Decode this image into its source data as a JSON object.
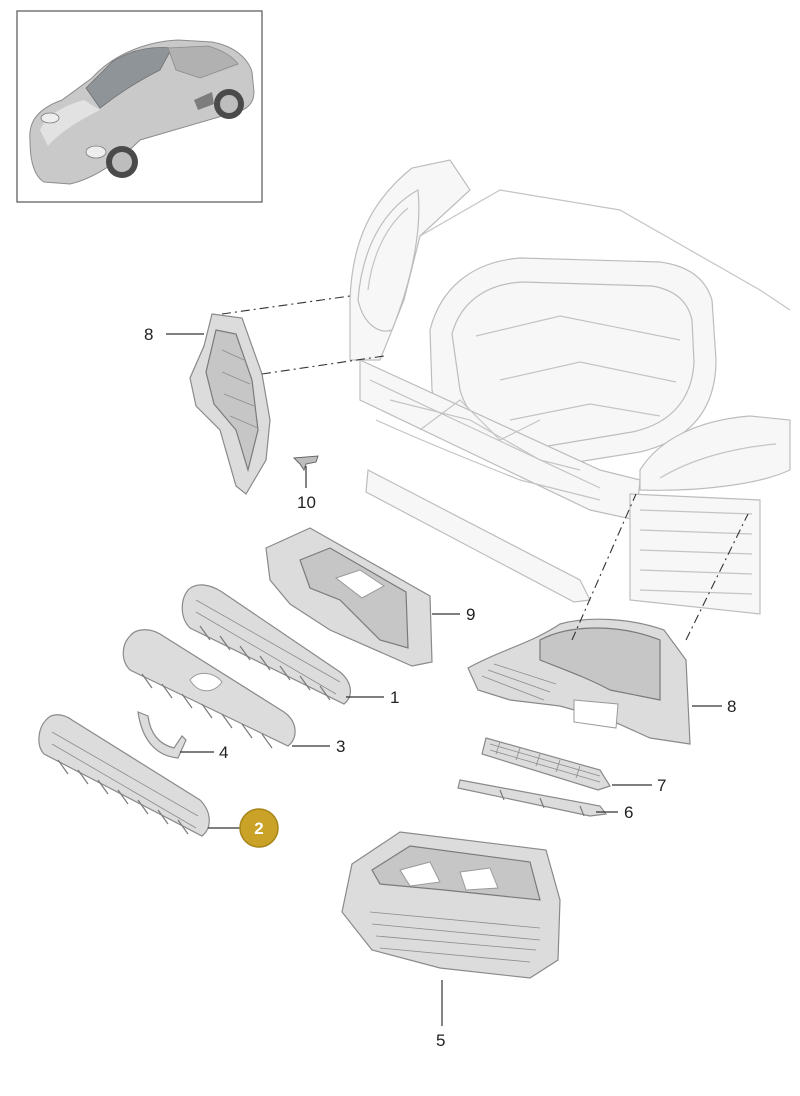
{
  "thumbnail": {
    "icon": "sports-car-icon"
  },
  "callouts": [
    {
      "id": "8-upper",
      "text": "8"
    },
    {
      "id": "10",
      "text": "10"
    },
    {
      "id": "9",
      "text": "9"
    },
    {
      "id": "1",
      "text": "1"
    },
    {
      "id": "3",
      "text": "3"
    },
    {
      "id": "4",
      "text": "4"
    },
    {
      "id": "2",
      "text": "2",
      "highlighted": true
    },
    {
      "id": "8-lower",
      "text": "8"
    },
    {
      "id": "7",
      "text": "7"
    },
    {
      "id": "6",
      "text": "6"
    },
    {
      "id": "5",
      "text": "5"
    }
  ],
  "colors": {
    "highlight_badge": "#c9a227",
    "part_fill": "#dcdcdc",
    "ghost_outline": "#bdbdbd"
  }
}
